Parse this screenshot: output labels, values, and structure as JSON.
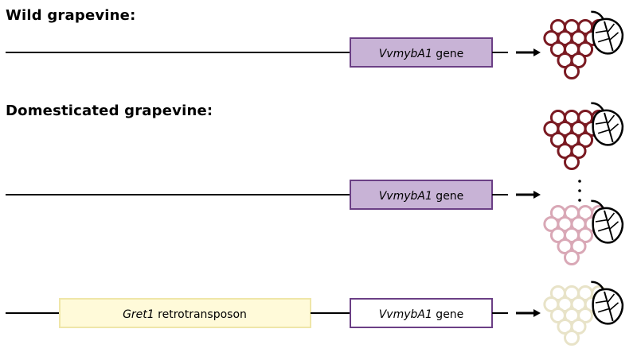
{
  "headings": {
    "wild": "Wild grapevine:",
    "domesticated": "Domesticated grapevine:"
  },
  "gene": {
    "name": "VvmybA1",
    "suffix": " gene"
  },
  "retrotransposon": {
    "name": "Gret1",
    "suffix": " retrotransposon"
  },
  "colors": {
    "gene_fill_active": "#c8b3d6",
    "gene_fill_inactive": "#ffffff",
    "gene_stroke": "#6b3f85",
    "retro_fill": "#fffad9",
    "retro_stroke": "#efe6a8",
    "grape_dark": "#7a1a22",
    "grape_pink": "#d9a8b6",
    "grape_white": "#e8e3c8",
    "leaf": "#000000"
  },
  "icons": [
    "arrow-right-icon",
    "grape-cluster-icon",
    "leaf-icon",
    "vertical-ellipsis-icon"
  ]
}
